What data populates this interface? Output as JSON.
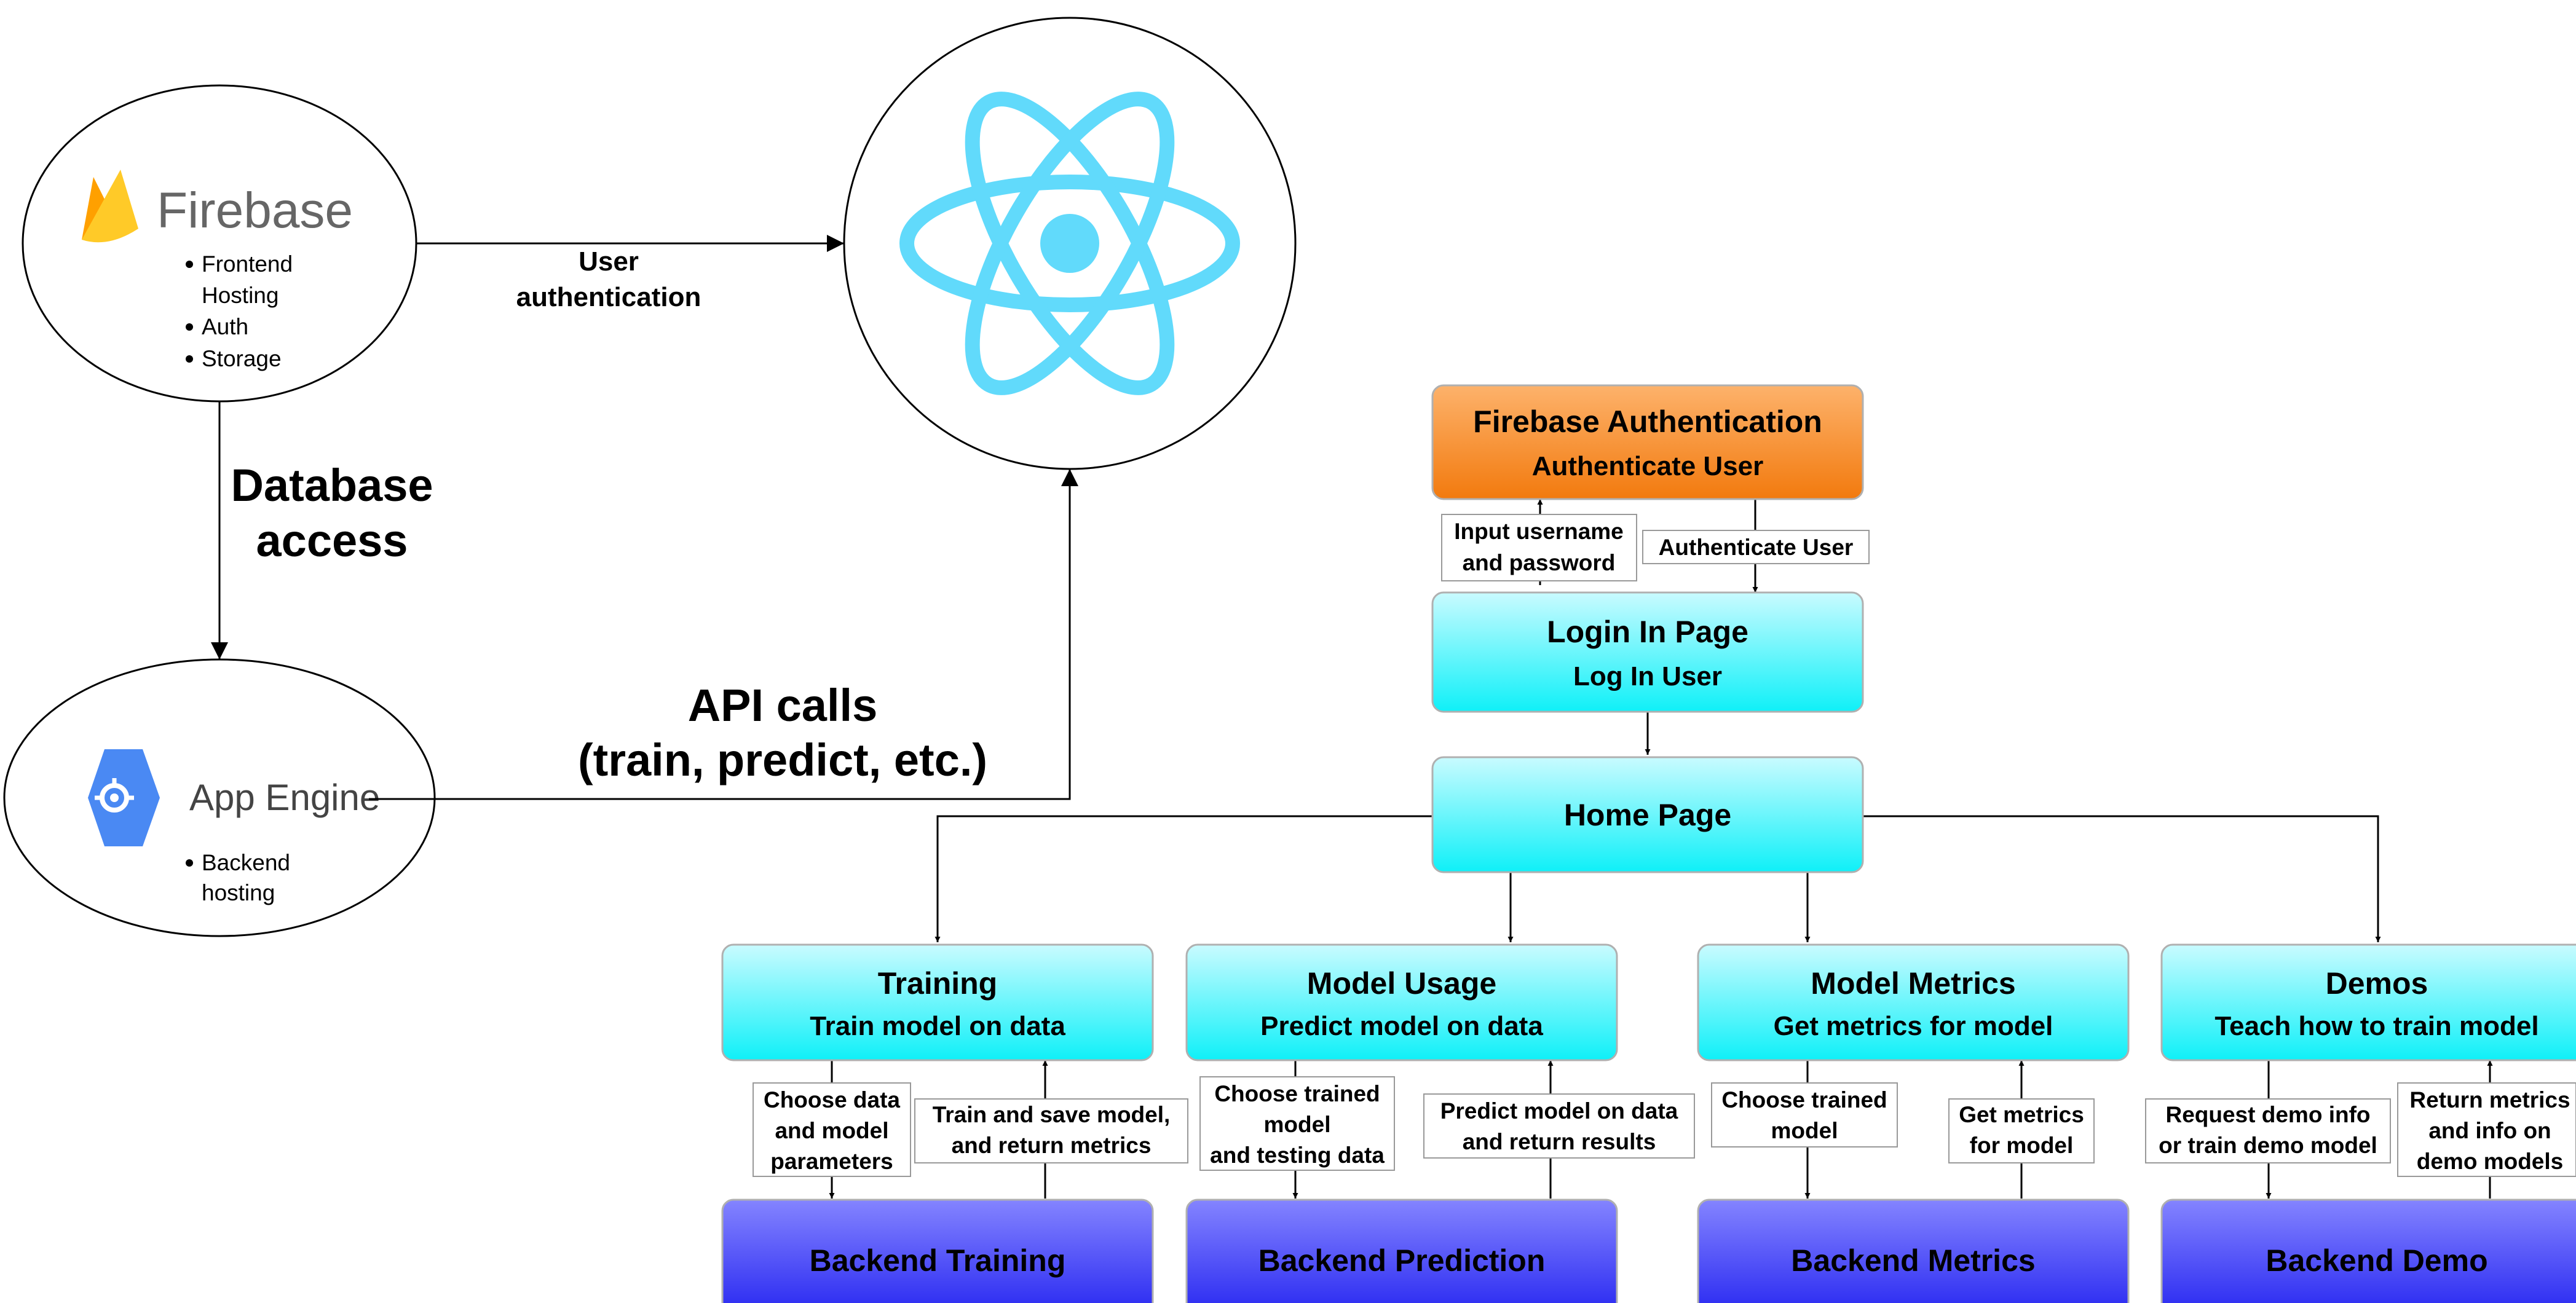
{
  "firebase": {
    "logo_text": "Firebase",
    "bullets": [
      "Frontend",
      "Hosting",
      "Auth",
      "Storage"
    ]
  },
  "appengine": {
    "logo_text": "App Engine",
    "bullets": [
      "Backend",
      "hosting"
    ]
  },
  "edges": {
    "user_auth": [
      "User",
      "authentication"
    ],
    "db_access": [
      "Database",
      "access"
    ],
    "api_calls": [
      "API calls",
      "(train, predict, etc.)"
    ]
  },
  "nodes": {
    "fb_auth": [
      "Firebase Authentication",
      "Authenticate User"
    ],
    "login": [
      "Login In Page",
      "Log In User"
    ],
    "home": [
      "Home Page"
    ],
    "training": [
      "Training",
      "Train model on data"
    ],
    "usage": [
      "Model Usage",
      "Predict model on data"
    ],
    "metrics": [
      "Model Metrics",
      "Get metrics for model"
    ],
    "demos": [
      "Demos",
      "Teach how to train model"
    ],
    "be_training": [
      "Backend Training"
    ],
    "be_prediction": [
      "Backend Prediction"
    ],
    "be_metrics": [
      "Backend Metrics"
    ],
    "be_demo": [
      "Backend Demo"
    ]
  },
  "flow_labels": {
    "input_username": [
      "Input username",
      "and password"
    ],
    "authenticate_user": [
      "Authenticate User"
    ],
    "choose_data": [
      "Choose data",
      "and model",
      "parameters"
    ],
    "train_save": [
      "Train and save model,",
      "and return metrics"
    ],
    "choose_trained_testing": [
      "Choose trained",
      "model",
      "and testing data"
    ],
    "predict_return": [
      "Predict model on data",
      "and return results"
    ],
    "choose_trained": [
      "Choose trained",
      "model"
    ],
    "get_metrics": [
      "Get metrics",
      "for model"
    ],
    "request_demo": [
      "Request demo info",
      "or train demo model"
    ],
    "return_metrics": [
      "Return metrics",
      "and info on",
      "demo models"
    ]
  },
  "colors": {
    "orange_top": "#fdb26b",
    "orange_bottom": "#f27a0e",
    "cyan_top": "#c9fbff",
    "cyan_bottom": "#0ff0f8",
    "blue_top": "#8484ff",
    "blue_bottom": "#2222f0",
    "react": "#61dafb",
    "firebase_yellow": "#ffca28",
    "firebase_orange": "#f57c00",
    "appengine_blue": "#4a89f3"
  }
}
